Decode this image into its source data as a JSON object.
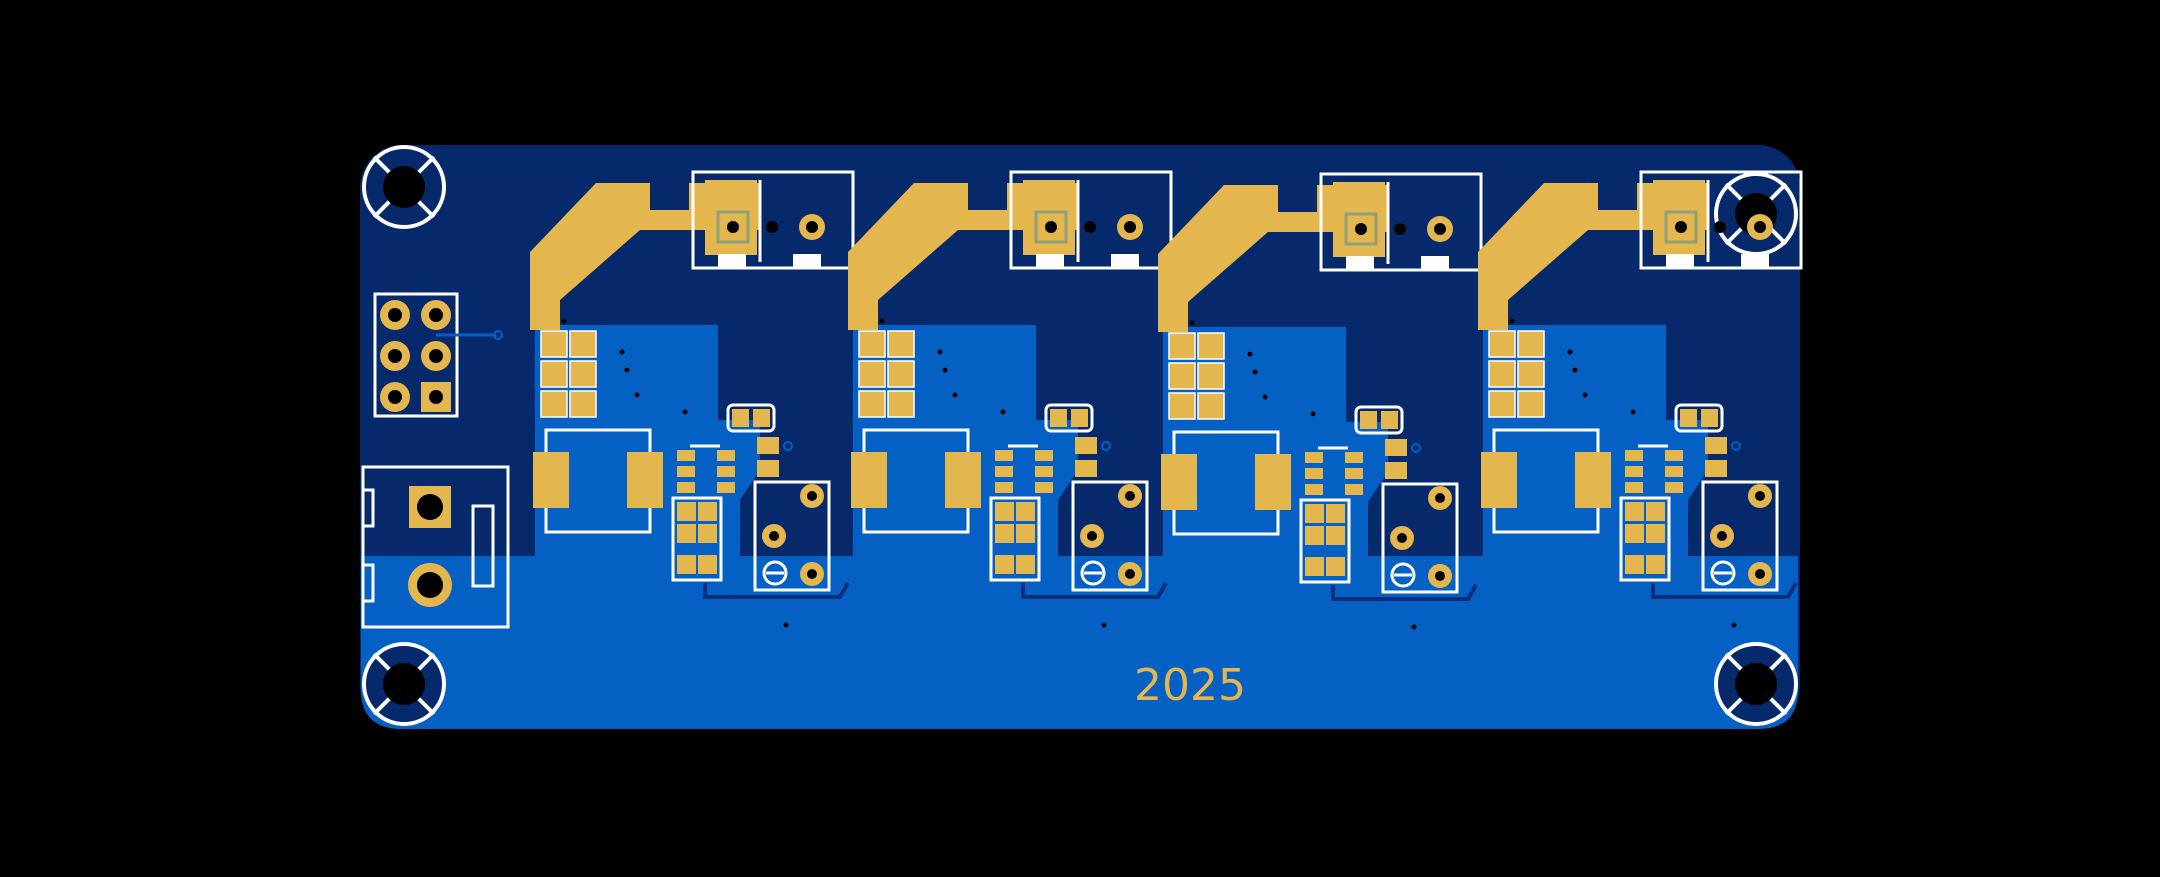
{
  "board": {
    "year_text": "2025",
    "colors": {
      "background": "#000000",
      "substrate": "#05296A",
      "copper_fill": "#0560C4",
      "pad_gold": "#E3B64E",
      "silkscreen": "#FFFFFF",
      "drill": "#000000",
      "via": "#000000"
    },
    "channel_count": 4,
    "mounting_hole_count": 4
  }
}
